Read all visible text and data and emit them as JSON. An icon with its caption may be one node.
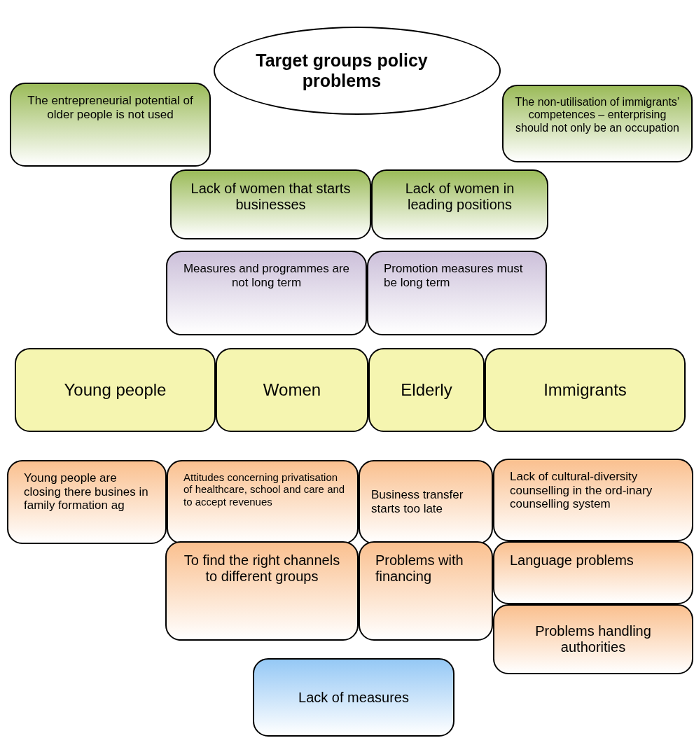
{
  "diagram": {
    "nodes": [
      {
        "text": [
          "Target groups policy problems"
        ]
      },
      {
        "text": [
          "The entrepreneurial potential of older people is not used"
        ]
      },
      {
        "text": [
          "The non-utilisation of immigrants’ competences – enterprising should not only be an occupation"
        ]
      },
      {
        "text": [
          "Lack of women that starts businesses"
        ]
      },
      {
        "text": [
          "Lack of women in leading positions"
        ]
      },
      {
        "text": [
          "Measures and programmes are not long term"
        ]
      },
      {
        "text": [
          "Promotion measures must be long term"
        ]
      },
      {
        "text": [
          "Young people"
        ]
      },
      {
        "text": [
          "Women"
        ]
      },
      {
        "text": [
          "Elderly"
        ]
      },
      {
        "text": [
          "Immigrants"
        ]
      },
      {
        "text": [
          "Young people are closing there busines in family formation ag"
        ]
      },
      {
        "text": [
          "Attitudes concerning privatisation of healthcare, school and care and to accept revenues"
        ]
      },
      {
        "text": [
          "Business transfer starts too late"
        ]
      },
      {
        "text": [
          "Lack of cultural-diversity counselling in the ord-inary counselling system"
        ]
      },
      {
        "text": [
          "Language problems"
        ]
      },
      {
        "text": [
          "Problems handling authorities"
        ]
      },
      {
        "text": [
          "To find the right channels to different groups"
        ]
      },
      {
        "text": [
          "Problems with financing"
        ]
      },
      {
        "text": [
          "Lack of measures"
        ]
      }
    ]
  }
}
